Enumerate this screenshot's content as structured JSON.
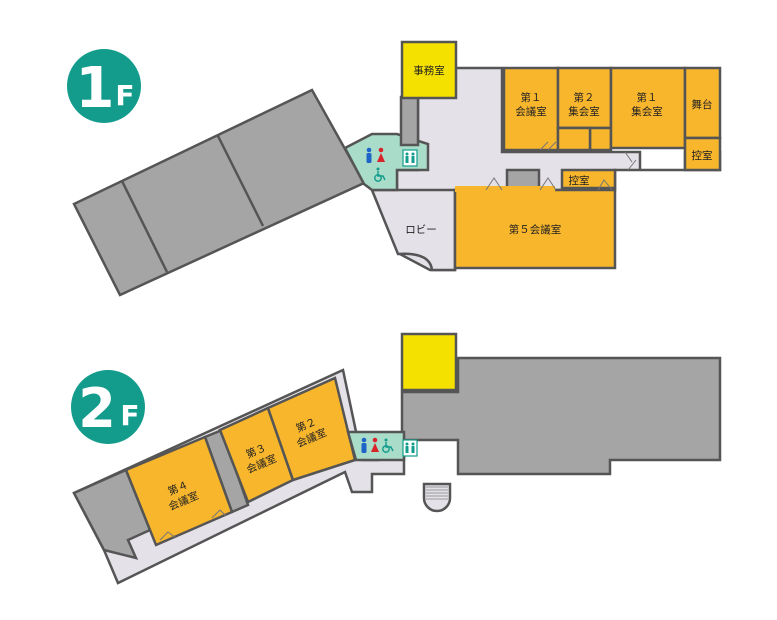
{
  "floors": [
    {
      "id": "1F",
      "num": "1",
      "suffix": "F"
    },
    {
      "id": "2F",
      "num": "2",
      "suffix": "F"
    }
  ],
  "rooms_1f": {
    "office": "事務室",
    "conf1": [
      "第１",
      "会議室"
    ],
    "hall2": [
      "第２",
      "集会室"
    ],
    "hall1": [
      "第１",
      "集会室"
    ],
    "stage": "舞台",
    "green_room_right": "控室",
    "green_room_mid": "控室",
    "lobby": "ロビー",
    "conf5": "第５会議室"
  },
  "rooms_2f": {
    "conf4": [
      "第４",
      "会議室"
    ],
    "conf3": [
      "第３",
      "会議室"
    ],
    "conf2": [
      "第２",
      "会議室"
    ]
  },
  "icons": {
    "male": "male-toilet-icon",
    "female": "female-toilet-icon",
    "accessible": "accessible-toilet-icon",
    "elevator": "elevator-icon",
    "stairs": "stairs-icon"
  },
  "colors": {
    "floor_badge": "#139c8c",
    "room_orange": "#f8b62c",
    "office_yellow": "#f5e100",
    "corridor": "#e4e1e8",
    "unused_gray": "#a5a5a5",
    "restroom_green": "#a9dcc9",
    "outline": "#555555",
    "male_blue": "#1e64c8",
    "female_red": "#d8232a"
  }
}
